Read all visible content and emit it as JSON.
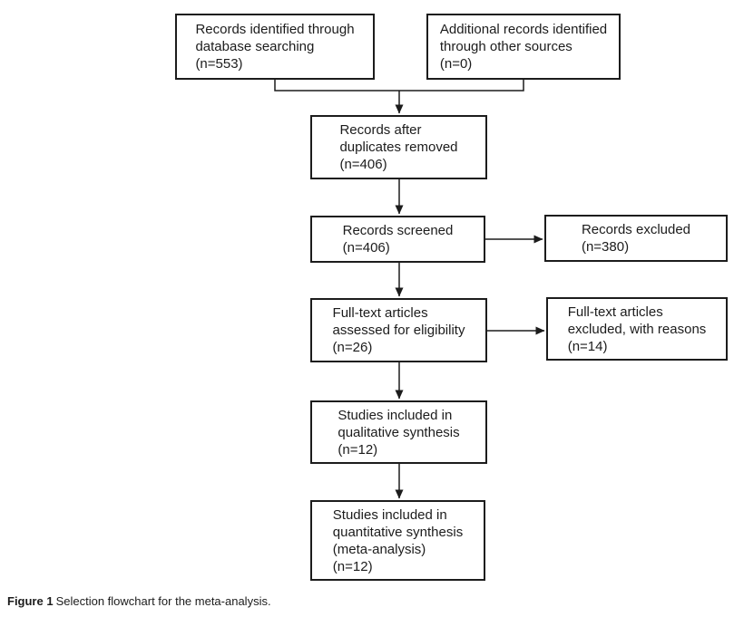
{
  "figure_caption": {
    "label": "Figure 1",
    "text": "Selection flowchart for the meta-analysis."
  },
  "flowchart": {
    "boxes": {
      "identified": {
        "lines": [
          "Records identified through",
          "database searching",
          "(n=553)"
        ]
      },
      "additional": {
        "lines": [
          "Additional records identified",
          "through other sources",
          "(n=0)"
        ]
      },
      "dedup": {
        "lines": [
          "Records after",
          "duplicates removed",
          "(n=406)"
        ]
      },
      "screened": {
        "lines": [
          "Records screened",
          "(n=406)"
        ]
      },
      "excluded": {
        "lines": [
          "Records excluded",
          "(n=380)"
        ]
      },
      "fulltext": {
        "lines": [
          "Full-text articles",
          "assessed for eligibility",
          "(n=26)"
        ]
      },
      "fulltext_excluded": {
        "lines": [
          "Full-text articles",
          "excluded, with reasons",
          "(n=14)"
        ]
      },
      "qualitative": {
        "lines": [
          "Studies included in",
          "qualitative synthesis",
          "(n=12)"
        ]
      },
      "quantitative": {
        "lines": [
          "Studies included in",
          "quantitative synthesis",
          "(meta-analysis)",
          "(n=12)"
        ]
      }
    },
    "counts": {
      "records_identified": 553,
      "additional_records": 0,
      "after_duplicates_removed": 406,
      "screened": 406,
      "records_excluded": 380,
      "fulltext_assessed": 26,
      "fulltext_excluded": 14,
      "qualitative_synthesis": 12,
      "quantitative_synthesis": 12
    }
  },
  "colors": {
    "background": "#ffffff",
    "line": "#1c1c1c",
    "text": "#1c1c1c"
  }
}
